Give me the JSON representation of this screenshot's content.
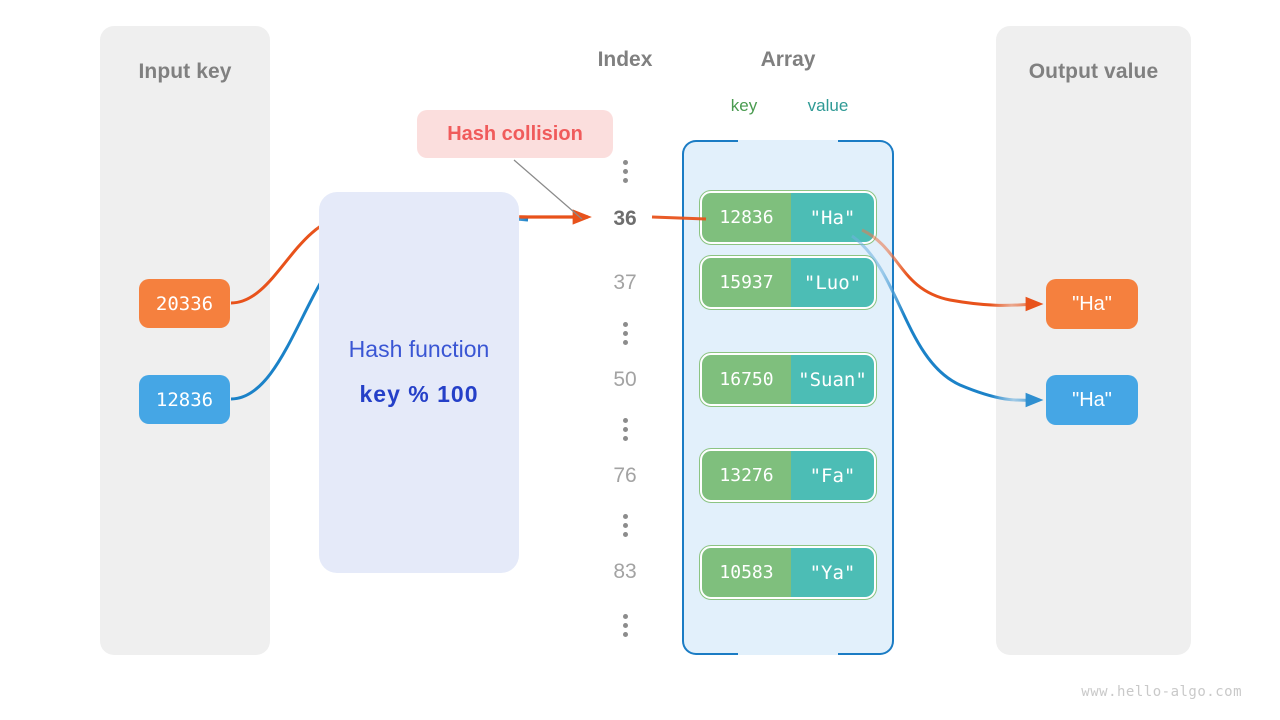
{
  "panels": {
    "input": {
      "title": "Input key"
    },
    "output": {
      "title": "Output value"
    }
  },
  "headers": {
    "index": "Index",
    "array": "Array",
    "key": "key",
    "value": "value"
  },
  "hash_function": {
    "label": "Hash function",
    "expression": "key % 100"
  },
  "callout": {
    "label": "Hash collision"
  },
  "input_keys": [
    {
      "value": "20336",
      "color": "#f5803e"
    },
    {
      "value": "12836",
      "color": "#45a6e5"
    }
  ],
  "output_values": [
    {
      "value": "\"Ha\"",
      "color": "#f5803e"
    },
    {
      "value": "\"Ha\"",
      "color": "#45a6e5"
    }
  ],
  "index_column": [
    {
      "kind": "dots"
    },
    {
      "kind": "label",
      "text": "36",
      "active": true
    },
    {
      "kind": "label",
      "text": "37",
      "active": false
    },
    {
      "kind": "dots"
    },
    {
      "kind": "label",
      "text": "50",
      "active": false
    },
    {
      "kind": "dots"
    },
    {
      "kind": "label",
      "text": "76",
      "active": false
    },
    {
      "kind": "dots"
    },
    {
      "kind": "label",
      "text": "83",
      "active": false
    },
    {
      "kind": "dots"
    }
  ],
  "array_rows": [
    {
      "key": "12836",
      "value": "\"Ha\""
    },
    {
      "key": "15937",
      "value": "\"Luo\""
    },
    {
      "key": "16750",
      "value": "\"Suan\""
    },
    {
      "key": "13276",
      "value": "\"Fa\""
    },
    {
      "key": "10583",
      "value": "\"Ya\""
    }
  ],
  "colors": {
    "key_box": "#7fbf7d",
    "value_box": "#4cbdb5",
    "array_fill": "#e2f0fb",
    "array_border": "#1b7cc4",
    "panel_fill": "#efefef",
    "hash_fill": "#e5eaf9",
    "hash_text": "#3a56d4",
    "collision_fill": "#fbdedd",
    "collision_text": "#f05b5b",
    "orange": "#f5803e",
    "blue": "#45a6e5"
  },
  "watermark": "www.hello-algo.com"
}
